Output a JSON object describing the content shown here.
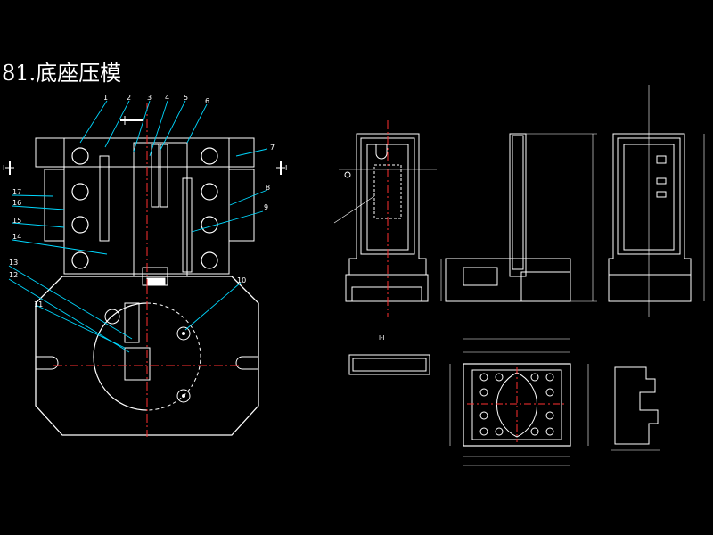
{
  "title": "81.底座压模",
  "part_numbers": [
    "1",
    "2",
    "3",
    "4",
    "5",
    "6",
    "7",
    "8",
    "9",
    "10",
    "11",
    "12",
    "13",
    "14",
    "15",
    "16",
    "17"
  ],
  "section_marks": {
    "left": "I",
    "right": "I",
    "section_label": "Ⅰ-Ⅰ"
  },
  "colors": {
    "background": "#000000",
    "outline": "#ffffff",
    "leader": "#00d8ff",
    "centerline": "#ff3030",
    "hatch": "#cfcfcf"
  }
}
